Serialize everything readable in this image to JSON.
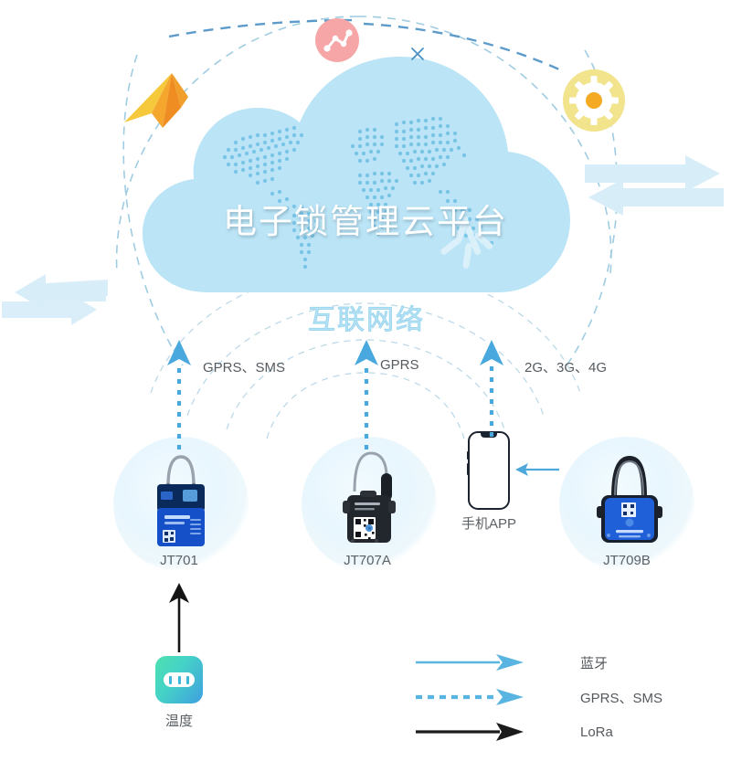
{
  "diagram": {
    "title": "电子锁管理云平台",
    "subtitle": "互联网络"
  },
  "links": [
    {
      "label": "GPRS、SMS"
    },
    {
      "label": "GPRS"
    },
    {
      "label": "2G、3G、4G"
    }
  ],
  "devices": [
    {
      "label": "JT701",
      "kind": "blue-cable-padlock"
    },
    {
      "label": "JT707A",
      "kind": "black-antenna-lock"
    },
    {
      "label": "手机APP",
      "kind": "smartphone"
    },
    {
      "label": "JT709B",
      "kind": "blue-shackle-padlock"
    },
    {
      "label": "温度",
      "kind": "temperature-sensor"
    }
  ],
  "legend": [
    {
      "label": "蓝牙",
      "style": "solid",
      "color": "#58b4e0"
    },
    {
      "label": "GPRS、SMS",
      "style": "dashed",
      "color": "#58b4e0"
    },
    {
      "label": "LoRa",
      "style": "solid",
      "color": "#1b1b1b"
    }
  ],
  "decor": [
    {
      "name": "paper-plane-icon",
      "color": "#f5a623"
    },
    {
      "name": "network-node-icon",
      "color": "#f4a0a0"
    },
    {
      "name": "gear-icon",
      "color": "#f0e08a"
    },
    {
      "name": "close-mark",
      "color": "#4a90c4"
    }
  ],
  "colors": {
    "cloud": "#b8e4f5",
    "accent": "#58b4e0",
    "arrow_pale": "#d9eef9",
    "lora": "#1b1b1b",
    "text": "#55595e"
  }
}
